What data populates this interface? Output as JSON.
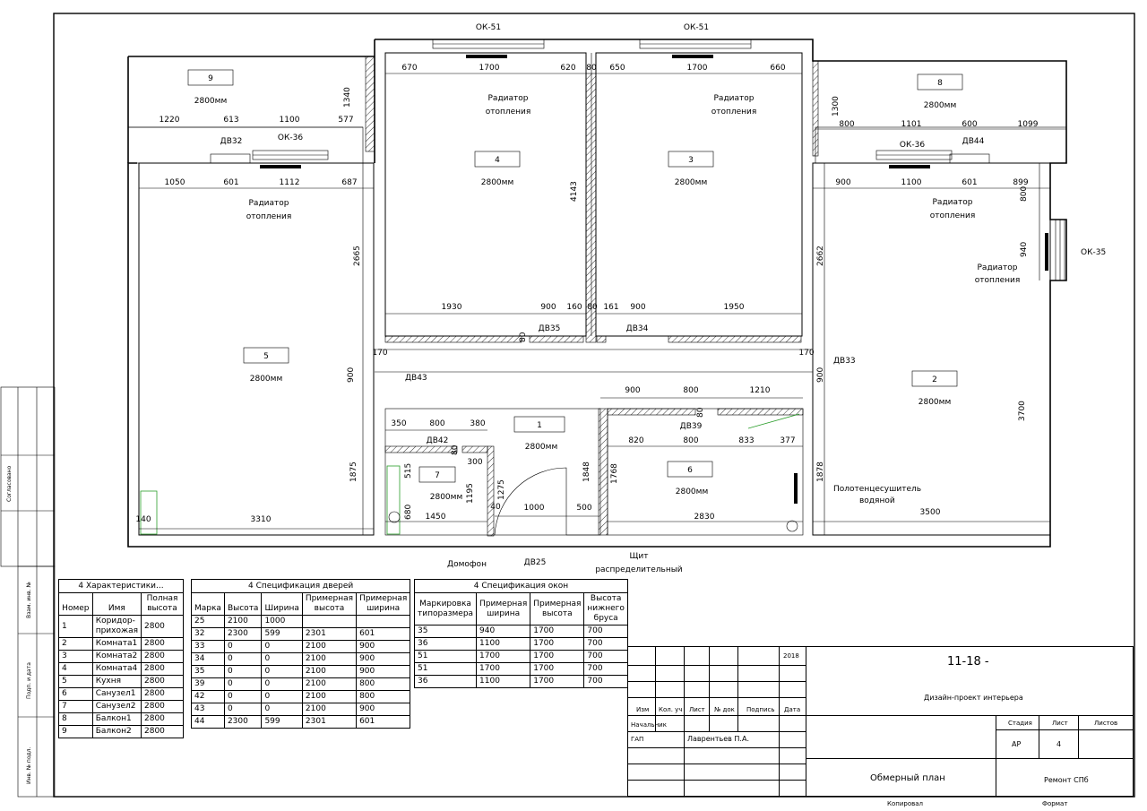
{
  "rooms": [
    {
      "id": "1",
      "height": "2800мм"
    },
    {
      "id": "2",
      "height": "2800мм"
    },
    {
      "id": "3",
      "height": "2800мм"
    },
    {
      "id": "4",
      "height": "2800мм"
    },
    {
      "id": "5",
      "height": "2800мм"
    },
    {
      "id": "6",
      "height": "2800мм"
    },
    {
      "id": "7",
      "height": "2800мм"
    },
    {
      "id": "8",
      "height": "2800мм"
    },
    {
      "id": "9",
      "height": "2800мм"
    }
  ],
  "labels": {
    "ok51a": "ОК-51",
    "ok51b": "ОК-51",
    "ok36a": "ОК-36",
    "ok36b": "ОК-36",
    "ok35": "ОК-35",
    "dv32": "ДВ32",
    "dv44": "ДВ44",
    "dv35": "ДВ35",
    "dv34": "ДВ34",
    "dv43": "ДВ43",
    "dv33": "ДВ33",
    "dv42": "ДВ42",
    "dv39": "ДВ39",
    "dv25": "ДВ25",
    "rad1a": "Радиатор",
    "rad1b": "отопления",
    "rad2a": "Радиатор",
    "rad2b": "отопления",
    "rad3a": "Радиатор",
    "rad3b": "отопления",
    "rad4a": "Радиатор",
    "rad4b": "отопления",
    "rad5a": "Радиатор",
    "rad5b": "отопления",
    "towel_a": "Полотенцесушитель",
    "towel_b": "водяной",
    "intercom": "Домофон",
    "panel_a": "Щит",
    "panel_b": "распределительный",
    "side_text": "Согласовано",
    "side1": "Взам. инв. №",
    "side2": "Подп. и дата",
    "side3": "Инв. № подл."
  },
  "dims": [
    "670",
    "1700",
    "620",
    "80",
    "650",
    "1700",
    "660",
    "1220",
    "613",
    "1100",
    "577",
    "1340",
    "1300",
    "800",
    "1101",
    "600",
    "1099",
    "1050",
    "601",
    "1112",
    "687",
    "900",
    "1100",
    "601",
    "899",
    "800",
    "940",
    "2665",
    "4143",
    "2662",
    "1930",
    "900",
    "160",
    "80",
    "161",
    "900",
    "1950",
    "80",
    "170",
    "170",
    "900",
    "900",
    "900",
    "800",
    "1210",
    "80",
    "350",
    "800",
    "380",
    "80",
    "300",
    "820",
    "800",
    "833",
    "377",
    "515",
    "680",
    "1195",
    "1275",
    "40",
    "1875",
    "1848",
    "1768",
    "1878",
    "3700",
    "140",
    "3310",
    "1450",
    "1000",
    "500",
    "2830",
    "3500"
  ],
  "table_rooms": {
    "title": "4 Характеристики...",
    "headers": [
      "Номер",
      "Имя",
      "Полная высота"
    ],
    "rows": [
      [
        "1",
        "Коридор-прихожая",
        "2800"
      ],
      [
        "2",
        "Комната1",
        "2800"
      ],
      [
        "3",
        "Комната2",
        "2800"
      ],
      [
        "4",
        "Комната4",
        "2800"
      ],
      [
        "5",
        "Кухня",
        "2800"
      ],
      [
        "6",
        "Санузел1",
        "2800"
      ],
      [
        "7",
        "Санузел2",
        "2800"
      ],
      [
        "8",
        "Балкон1",
        "2800"
      ],
      [
        "9",
        "Балкон2",
        "2800"
      ]
    ]
  },
  "table_doors": {
    "title": "4 Спецификация дверей",
    "headers": [
      "Марка",
      "Высота",
      "Ширина",
      "Примерная высота",
      "Примерная ширина"
    ],
    "rows": [
      [
        "25",
        "2100",
        "1000",
        "",
        ""
      ],
      [
        "32",
        "2300",
        "599",
        "2301",
        "601"
      ],
      [
        "33",
        "0",
        "0",
        "2100",
        "900"
      ],
      [
        "34",
        "0",
        "0",
        "2100",
        "900"
      ],
      [
        "35",
        "0",
        "0",
        "2100",
        "900"
      ],
      [
        "39",
        "0",
        "0",
        "2100",
        "800"
      ],
      [
        "42",
        "0",
        "0",
        "2100",
        "800"
      ],
      [
        "43",
        "0",
        "0",
        "2100",
        "900"
      ],
      [
        "44",
        "2300",
        "599",
        "2301",
        "601"
      ]
    ]
  },
  "table_windows": {
    "title": "4 Спецификация окон",
    "headers": [
      "Маркировка типоразмера",
      "Примерная ширина",
      "Примерная высота",
      "Высота нижнего бруса"
    ],
    "rows": [
      [
        "35",
        "940",
        "1700",
        "700"
      ],
      [
        "36",
        "1100",
        "1700",
        "700"
      ],
      [
        "51",
        "1700",
        "1700",
        "700"
      ],
      [
        "51",
        "1700",
        "1700",
        "700"
      ],
      [
        "36",
        "1100",
        "1700",
        "700"
      ]
    ]
  },
  "stamp": {
    "year": "2018",
    "code": "11-18 -",
    "project": "Дизайн-проект интерьера",
    "cols": [
      "Изм",
      "Кол. уч",
      "Лист",
      "№ док",
      "Подпись",
      "Дата"
    ],
    "role1": "Начальник",
    "role2": "ГАП",
    "person": "Лаврентьев П.А.",
    "stage_h": "Стадия",
    "sheet_h": "Лист",
    "sheets_h": "Листов",
    "stage": "АР",
    "sheet": "4",
    "drawing": "Обмерный план",
    "org": "Ремонт СПб",
    "copied": "Копировал",
    "format": "Формат"
  }
}
